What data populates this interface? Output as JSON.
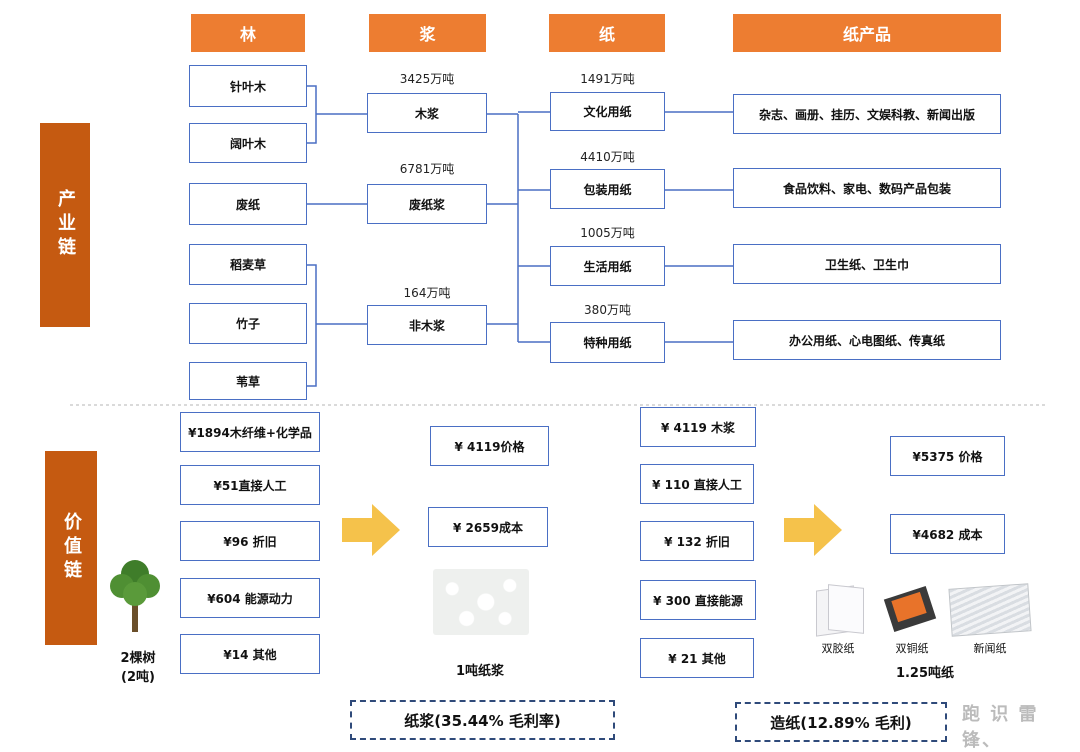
{
  "headers": {
    "lin": "林",
    "jiang": "浆",
    "zhi": "纸",
    "products": "纸产品"
  },
  "side": {
    "industry_chain": "产业链",
    "value_chain": "价值链"
  },
  "forest": {
    "softwood": "针叶木",
    "hardwood": "阔叶木",
    "wastepaper": "废纸",
    "straw": "稻麦草",
    "bamboo": "竹子",
    "reed": "苇草"
  },
  "pulp": {
    "wood_qty": "3425万吨",
    "wood": "木浆",
    "waste_qty": "6781万吨",
    "waste": "废纸浆",
    "nonwood_qty": "164万吨",
    "nonwood": "非木浆"
  },
  "paper": {
    "culture_qty": "1491万吨",
    "culture": "文化用纸",
    "packaging_qty": "4410万吨",
    "packaging": "包装用纸",
    "household_qty": "1005万吨",
    "household": "生活用纸",
    "special_qty": "380万吨",
    "special": "特种用纸"
  },
  "products": {
    "culture": "杂志、画册、挂历、文娱科教、新闻出版",
    "packaging": "食品饮料、家电、数码产品包装",
    "household": "卫生纸、卫生巾",
    "special": "办公用纸、心电图纸、传真纸"
  },
  "pulp_costs": [
    "¥1894木纤维+化学品",
    "¥51直接人工",
    "¥96 折旧",
    "¥604 能源动力",
    "¥14 其他"
  ],
  "pulp_result": {
    "price": "¥ 4119价格",
    "cost": "¥ 2659成本",
    "caption": "1吨纸浆"
  },
  "tree": {
    "caption_line1": "2棵树",
    "caption_line2": "(2吨)"
  },
  "paper_costs": [
    "¥ 4119 木浆",
    "¥ 110 直接人工",
    "¥ 132 折旧",
    "¥ 300 直接能源",
    "¥ 21 其他"
  ],
  "paper_result": {
    "price": "¥5375 价格",
    "cost": "¥4682 成本",
    "caption": "1.25吨纸"
  },
  "paper_types": [
    "双胶纸",
    "双铜纸",
    "新闻纸"
  ],
  "margins": {
    "pulp": "纸浆(35.44% 毛利率)",
    "paper": "造纸(12.89% 毛利)"
  },
  "watermark": "跑 识 雷锋、",
  "colors": {
    "header_orange": "#ed7d31",
    "side_orange": "#c55a11",
    "box_border": "#4a6fc4",
    "line_blue": "#4a6fc4",
    "arrow_yellow": "#f5c24b"
  }
}
